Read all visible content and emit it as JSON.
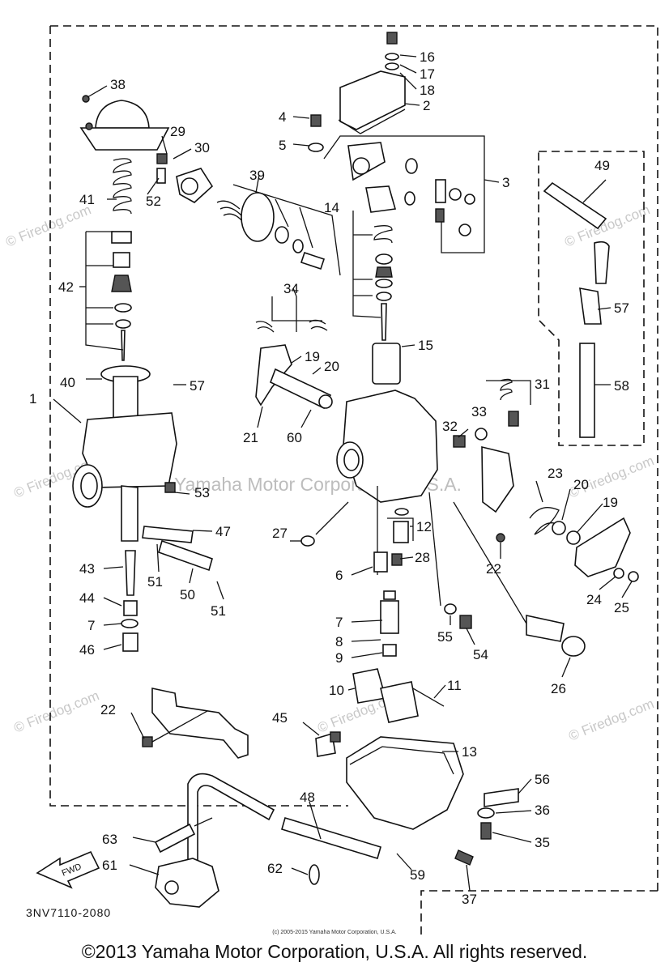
{
  "diagram": {
    "code": "3NV7110-2080",
    "small_copyright": "(c) 2005-2015 Yamaha Motor Corporation, U.S.A.",
    "copyright": "©2013 Yamaha Motor Corporation, U.S.A. All rights reserved.",
    "watermark_center": "Yamaha Motor Corporation, U.S.A.",
    "watermark_site": "© Firedog.com",
    "fwd_label": "FWD",
    "callouts": [
      "1",
      "2",
      "3",
      "4",
      "5",
      "6",
      "7",
      "7",
      "8",
      "9",
      "10",
      "11",
      "12",
      "13",
      "14",
      "15",
      "16",
      "17",
      "18",
      "19",
      "19",
      "20",
      "20",
      "21",
      "22",
      "22",
      "23",
      "24",
      "25",
      "26",
      "27",
      "28",
      "29",
      "30",
      "31",
      "32",
      "33",
      "34",
      "35",
      "36",
      "37",
      "38",
      "39",
      "40",
      "41",
      "42",
      "43",
      "44",
      "45",
      "46",
      "47",
      "48",
      "49",
      "50",
      "51",
      "51",
      "52",
      "53",
      "54",
      "55",
      "56",
      "57",
      "57",
      "58",
      "59",
      "60",
      "61",
      "62",
      "63"
    ]
  }
}
